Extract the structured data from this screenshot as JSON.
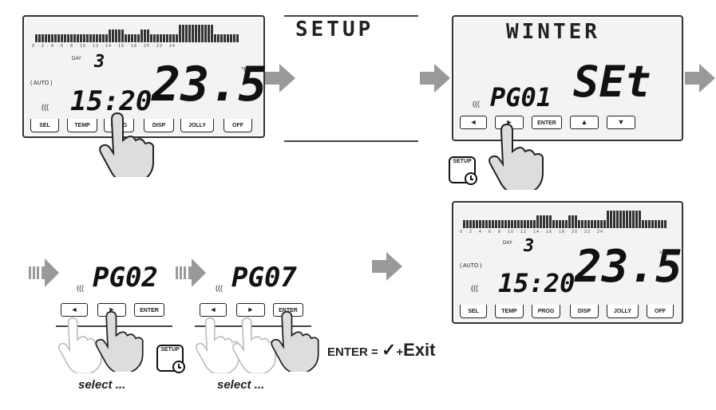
{
  "panel_main": {
    "hour_ticks": "0 · 2 · 4 · 6 · 8 · 10 · 12 · 14 · 16 · 18 · 20 · 22 · 24",
    "day_label": "DAY",
    "day_number": "3",
    "mode": "( AUTO )",
    "time": "15:20",
    "temperature": "23.5",
    "unit": "°C",
    "keys": [
      "SEL",
      "TEMP",
      "PROG",
      "DISP",
      "JOLLY",
      "OFF"
    ]
  },
  "panel_setup": {
    "title": "SETUP"
  },
  "panel_winter": {
    "title": "WINTER",
    "program": "PG01",
    "value": "SEt",
    "keys": [
      "◄",
      "►",
      "ENTER",
      "▲",
      "▼"
    ]
  },
  "setup_icon_label": "SETUP",
  "step_pg02": {
    "program": "PG02",
    "keys": [
      "◄",
      "►",
      "ENTER"
    ],
    "caption": "select ..."
  },
  "step_pg07": {
    "program": "PG07",
    "keys": [
      "◄",
      "►",
      "ENTER"
    ],
    "caption": "select ..."
  },
  "formula": {
    "left": "ENTER =",
    "check": "✓",
    "plus": "+",
    "exit": "Exit"
  },
  "panel_result": {
    "hour_ticks": "0 · 2 · 4 · 6 · 8 · 10 · 12 · 14 · 16 · 18 · 20 · 22 · 24",
    "day_label": "DAY",
    "day_number": "3",
    "mode": "( AUTO )",
    "time": "15:20",
    "temperature": "23.5",
    "unit": "°C",
    "keys": [
      "SEL",
      "TEMP",
      "PROG",
      "DISP",
      "JOLLY",
      "OFF"
    ]
  }
}
